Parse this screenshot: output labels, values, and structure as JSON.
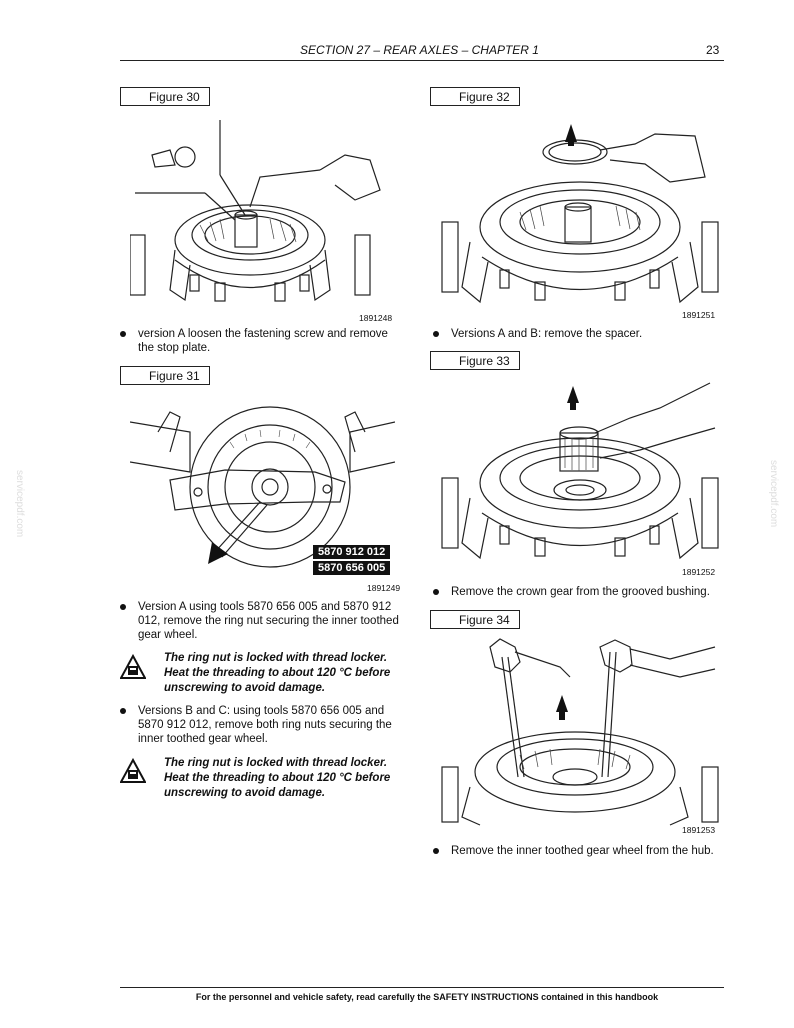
{
  "header": {
    "title": "SECTION 27 – REAR AXLES – CHAPTER 1",
    "page": "23"
  },
  "figures": [
    {
      "label": "Figure 30",
      "code": "1891248"
    },
    {
      "label": "Figure 31",
      "code": "1891249"
    },
    {
      "label": "Figure 32",
      "code": "1891251"
    },
    {
      "label": "Figure 33",
      "code": "1891252"
    },
    {
      "label": "Figure 34",
      "code": "1891253"
    }
  ],
  "tools": [
    "5870 912 012",
    "5870 656 005"
  ],
  "left_text": {
    "b1": [
      "version A loosen the fastening screw and remove",
      "the stop plate."
    ],
    "b2": [
      "Version A using tools 5870 656 005 and 5870 912",
      "012, remove the ring nut securing the inner toothed",
      "gear wheel."
    ],
    "w1": [
      "The ring nut is locked with thread locker.",
      "Heat the threading to about 120 °C before",
      "unscrewing to avoid damage."
    ],
    "b3": [
      "Versions B and C: using tools 5870 656 005 and",
      "5870 912 012, remove both ring nuts securing the",
      "inner toothed gear wheel."
    ],
    "w2": [
      "The ring nut is locked with thread locker.",
      "Heat the threading to about 120 °C before",
      "unscrewing to avoid damage."
    ]
  },
  "right_text": {
    "b1": "Versions A and B: remove the spacer.",
    "b2": "Remove the crown gear from the grooved bushing.",
    "b3": "Remove the inner toothed gear wheel from the hub."
  },
  "footer": "For the personnel and vehicle safety, read carefully the SAFETY INSTRUCTIONS contained in this handbook",
  "watermark": "servicepdf.com"
}
